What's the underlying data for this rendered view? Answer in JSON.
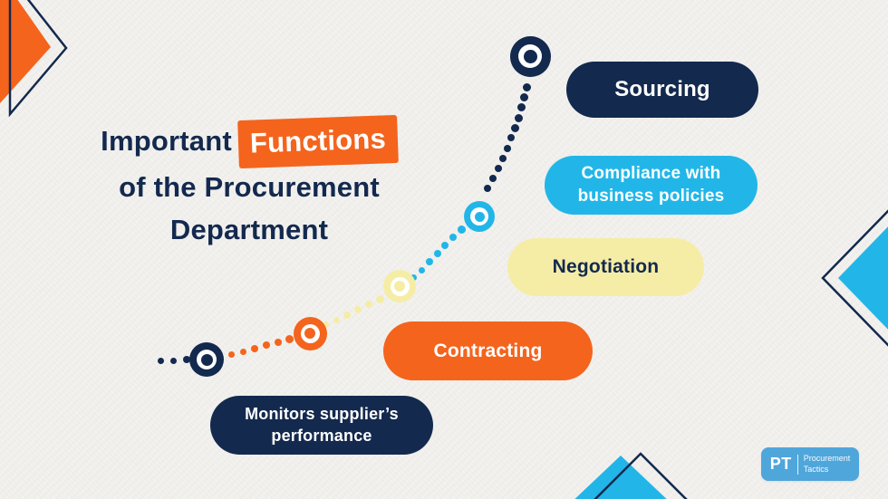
{
  "title": {
    "line1_pre": "Important",
    "line1_highlight": "Functions",
    "line2": "of the Procurement",
    "line3": "Department"
  },
  "steps": [
    {
      "id": "monitors-suppliers-performance",
      "label": "Monitors supplier’s performance",
      "bg": "#13294E",
      "fg": "#FFFFFF"
    },
    {
      "id": "contracting",
      "label": "Contracting",
      "bg": "#F4641D",
      "fg": "#FFFFFF"
    },
    {
      "id": "negotiation",
      "label": "Negotiation",
      "bg": "#F5EDA6",
      "fg": "#13294E"
    },
    {
      "id": "compliance-with-business-policies",
      "label": "Compliance with business policies",
      "bg": "#22B6E8",
      "fg": "#FFFFFF"
    },
    {
      "id": "sourcing",
      "label": "Sourcing",
      "bg": "#13294E",
      "fg": "#FFFFFF"
    }
  ],
  "palette": {
    "navy": "#13294E",
    "orange": "#F4641D",
    "cyan": "#22B6E8",
    "yellow": "#F5EDA6",
    "logo_blue": "#4FA6DB",
    "paper": "#F3F2EF",
    "white": "#FFFFFF"
  },
  "logo": {
    "abbr": "PT",
    "name_line1": "Procurement",
    "name_line2": "Tactics"
  }
}
